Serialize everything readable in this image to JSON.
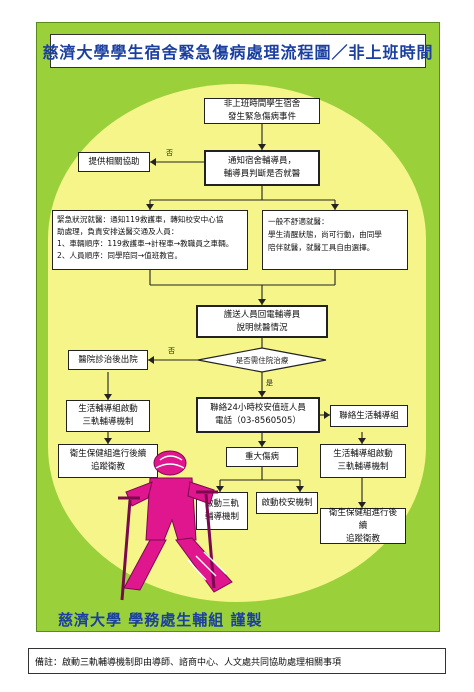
{
  "title": "慈濟大學學生宿舍緊急傷病處理流程圖／非上班時間",
  "nodes": {
    "start": [
      "非上班時間學生宿舍",
      "發生緊急傷病事件"
    ],
    "notify": [
      "通知宿舍輔導員，",
      "輔導員判斷是否就醫"
    ],
    "assist": "提供相關協助",
    "emergency": [
      "緊急狀況就醫：通知119救護車，轉知校安中心協",
      "助處理，負責安排送醫交通及人員：",
      "1、車輛順序：119救護車→計程車→教職員之車輛。",
      "2、人員順序：同學陪同→值班教官。"
    ],
    "nonurgent": [
      "一般不舒適就醫：",
      "學生清醒狀態，尚可行動，由同學",
      "陪伴就醫，就醫工具自由選擇。"
    ],
    "report": [
      "護送人員回電輔導員",
      "說明就醫情況"
    ],
    "hospital_q": "是否需住院治療",
    "discharge": "醫院診治後出院",
    "life_start": [
      "生活輔導組啟動",
      "三軌輔導機制"
    ],
    "health_follow": [
      "衛生保健組進行後續",
      "追蹤衛教"
    ],
    "call_duty": [
      "聯絡24小時校安值班人員",
      "電話（03-8560505）"
    ],
    "contact_life": "聯絡生活輔導組",
    "serious": "重大傷病",
    "life_start2": [
      "生活輔導組啟動",
      "三軌輔導機制"
    ],
    "health_follow2": [
      "衛生保健組進行後續",
      "追蹤衛教"
    ],
    "three_track": [
      "啟動三軌",
      "輔導機制"
    ],
    "campus_safety": "啟動校安機制"
  },
  "labels": {
    "no1": "否",
    "no2": "否",
    "yes1": "是"
  },
  "footer": "慈濟大學  學務處生輔組 謹製",
  "note": "備註：啟動三軌輔導機制即由導師、諮商中心、人文處共同協助處理相關事項",
  "colors": {
    "frame": "#9ad13b",
    "panel": "#f6f58a",
    "title": "#1a3fa0",
    "figure": "#e0168f"
  }
}
